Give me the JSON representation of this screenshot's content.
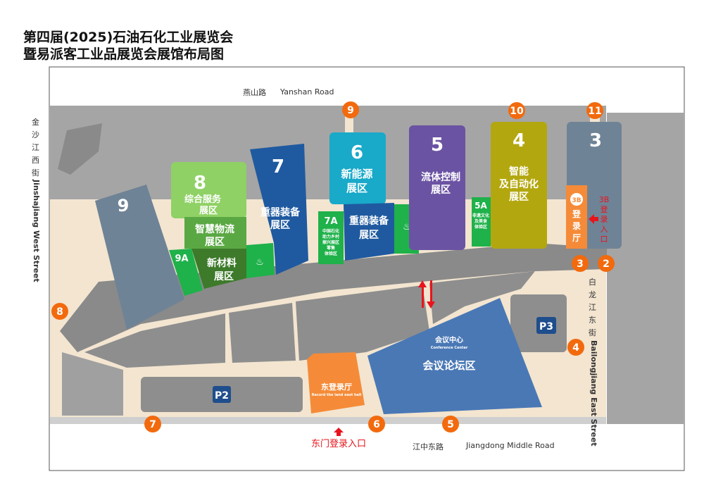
{
  "title": {
    "line1": "第四届(2025)石油石化工业展览会",
    "line2": "暨易派客工业品展览会展馆布局图"
  },
  "roads": {
    "north": {
      "cn": "燕山路",
      "en": "Yanshan Road"
    },
    "west": {
      "cn": [
        "金",
        "沙",
        "江",
        "西",
        "街"
      ],
      "en": "Jinshajiang West Street"
    },
    "east": {
      "cn": [
        "白",
        "龙",
        "江",
        "东",
        "街"
      ],
      "en": "Bailongjiang East Street"
    },
    "south": {
      "cn": "江中东路",
      "en": "Jiangdong Middle Road"
    }
  },
  "halls": {
    "h9": {
      "num": "9"
    },
    "h8": {
      "num": "8",
      "zone1": [
        "综合服务",
        "展区"
      ],
      "zone2": [
        "智慧物流",
        "展区"
      ],
      "zone3": [
        "新材料",
        "展区"
      ]
    },
    "h9a": {
      "num": "9A"
    },
    "h7": {
      "num": "7",
      "zone": [
        "重器装备",
        "展区"
      ]
    },
    "h7a": {
      "num": "7A",
      "zone": [
        "中国石化",
        "助力乡村",
        "振兴展区",
        "零售",
        "体验区"
      ]
    },
    "h6": {
      "num": "6",
      "zone1": [
        "新能源",
        "展区"
      ],
      "zone2": [
        "重器装备",
        "展区"
      ]
    },
    "h5": {
      "num": "5",
      "zone": [
        "流体控制",
        "展区"
      ]
    },
    "h5a": {
      "num": "5A",
      "zone": [
        "非遗文化",
        "及美食",
        "体验区"
      ]
    },
    "h4": {
      "num": "4",
      "zone": [
        "智能",
        "及自动化",
        "展区"
      ]
    },
    "h3": {
      "num": "3"
    },
    "h3b": {
      "num": "3B",
      "zone": [
        "登",
        "录",
        "厅"
      ],
      "entrance": [
        "3B",
        "登",
        "录",
        "入",
        "口"
      ]
    }
  },
  "conference": {
    "cn": "会议中心",
    "en": "Conference Center",
    "zone": "会议论坛区"
  },
  "east_hall": {
    "cn": "东登录厅",
    "en": "Record the land east hall"
  },
  "parking": [
    "P2",
    "P3"
  ],
  "east_entrance": "东门登录入口",
  "gates": [
    "9",
    "10",
    "11",
    "3",
    "2",
    "8",
    "4",
    "7",
    "6",
    "5"
  ],
  "icons": [
    "restaurant-icon",
    "arrow-up-icon",
    "arrow-left-icon",
    "two-way-arrow-icon"
  ],
  "colors": {
    "gate": "#f26a0d",
    "road": "#f3e5d0",
    "land": "#8e8e8e",
    "hall_slate": "#6f8396",
    "hall_blue": "#1f5aa0",
    "hall_cyan": "#19a9c9",
    "hall_purple": "#6b53a3",
    "hall_olive": "#b3a70f",
    "green": "#1fb14a",
    "orange": "#f58b38",
    "conference": "#4a78b5",
    "red": "#e8141b"
  }
}
